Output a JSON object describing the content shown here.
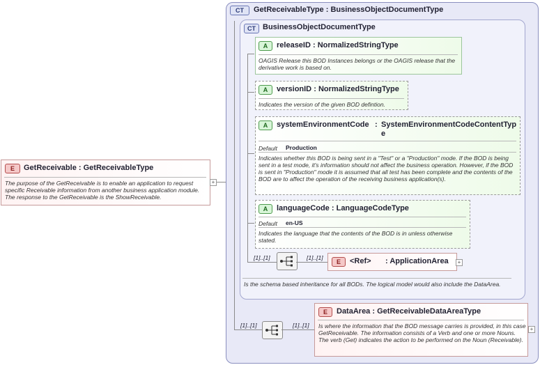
{
  "root": {
    "badge": "E",
    "name": "GetReceivable",
    "type": "GetReceivableType",
    "doc": "The purpose of the GetReceivable is to enable an application to request specific Receivable information from another business application module.  The response to the GetReceivable is the ShowReceivable."
  },
  "outer_type": {
    "badge": "CT",
    "name": "GetReceivableType",
    "base": "BusinessObjectDocumentType"
  },
  "inner_type": {
    "badge": "CT",
    "name": "BusinessObjectDocumentType",
    "doc": "Is the schema based inheritance for all BODs. The logical model would also include the DataArea."
  },
  "attributes": [
    {
      "badge": "A",
      "name": "releaseID",
      "type": "NormalizedStringType",
      "doc": "OAGIS Release this BOD Instances belongs or the OAGIS release that the derivative work is based on."
    },
    {
      "badge": "A",
      "name": "versionID",
      "type": "NormalizedStringType",
      "doc": "Indicates the version of the given BOD defintion."
    },
    {
      "badge": "A",
      "name": "systemEnvironmentCode",
      "type": "SystemEnvironmentCodeContentType",
      "default_label": "Default",
      "default_value": "Production",
      "doc": "Indicates whether this BOD is being sent in a \"Test\" or a \"Production\" mode. If the BOD is being sent in a test mode, it's information should not affect the business operation. However, if the BOD is sent in \"Production\" mode it is assumed that all test has been complete and the contents of the BOD are to affect the operation of the receiving business application(s)."
    },
    {
      "badge": "A",
      "name": "languageCode",
      "type": "LanguageCodeType",
      "default_label": "Default",
      "default_value": "en-US",
      "doc": "Indicates the language that the contents of the BOD is in unless otherwise stated."
    }
  ],
  "app_area": {
    "badge": "E",
    "ref": "<Ref>",
    "type": "ApplicationArea",
    "card_left": "[1]..[1]",
    "card_right": "[1]..[1]"
  },
  "data_area": {
    "badge": "E",
    "name": "DataArea",
    "type": "GetReceivableDataAreaType",
    "doc": "Is where the information that the BOD message carries is provided, in this case GetReceivable. The information consists of a Verb and one or more Nouns. The verb (Get) indicates the action to be performed on the Noun (Receivable).",
    "card_left": "[1]..[1]",
    "card_right": "[1]..[1]"
  },
  "symbols": {
    "plus": "+",
    "colon": ":"
  },
  "colors": {
    "ct_bg": "#e8e9f7",
    "attr_bg": "#eefbe9",
    "elem_bg": "#fff3f3"
  }
}
